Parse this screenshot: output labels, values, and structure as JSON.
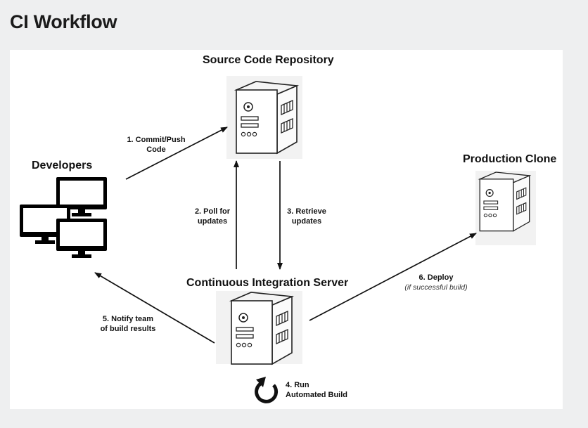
{
  "page": {
    "title": "CI Workflow"
  },
  "nodes": {
    "repo": {
      "title": "Source Code Repository",
      "icon": "server-icon"
    },
    "developers": {
      "title": "Developers",
      "icon": "monitors-icon"
    },
    "production": {
      "title": "Production Clone",
      "icon": "server-icon"
    },
    "ci_server": {
      "title": "Continuous Integration Server",
      "icon": "server-icon"
    }
  },
  "edges": {
    "commit": {
      "line1": "1. Commit/Push",
      "line2": "Code"
    },
    "poll": {
      "line1": "2. Poll for",
      "line2": "updates"
    },
    "retrieve": {
      "line1": "3. Retrieve",
      "line2": "updates"
    },
    "build": {
      "line1": "4. Run",
      "line2": "Automated Build",
      "icon": "refresh-icon"
    },
    "notify": {
      "line1": "5. Notify team",
      "line2": "of build results"
    },
    "deploy": {
      "line1": "6. Deploy",
      "note": "(if successful build)"
    }
  },
  "colors": {
    "background": "#eeeff0",
    "canvas": "#ffffff",
    "ink": "#111111"
  }
}
